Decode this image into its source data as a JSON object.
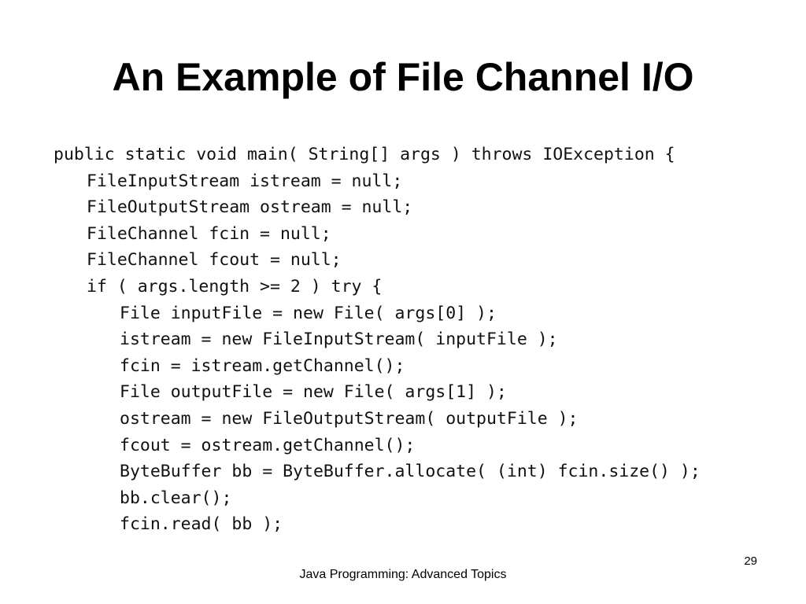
{
  "slide": {
    "title": "An Example of File Channel I/O",
    "page_number": "29",
    "footer": "Java Programming: Advanced Topics"
  },
  "code": {
    "lines": [
      "public static void main( String[] args ) throws IOException {",
      "FileInputStream istream = null;",
      "FileOutputStream ostream = null;",
      "FileChannel fcin = null;",
      "FileChannel fcout = null;",
      "if ( args.length >= 2 ) try {",
      "File inputFile = new File( args[0] );",
      "istream = new FileInputStream( inputFile );",
      "fcin = istream.getChannel();",
      "File outputFile = new File( args[1] );",
      "ostream = new FileOutputStream( outputFile );",
      "fcout = ostream.getChannel();",
      "ByteBuffer bb = ByteBuffer.allocate( (int) fcin.size() );",
      "bb.clear();",
      "fcin.read( bb );"
    ]
  }
}
